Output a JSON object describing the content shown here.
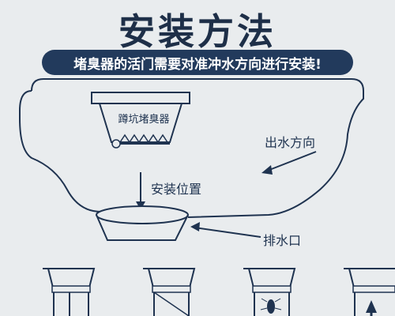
{
  "title": "安装方法",
  "banner": "堵臭器的活门需要对准冲水方向进行安装!",
  "device_label": "蹲坑堵臭器",
  "labels": {
    "water_direction": "出水方向",
    "install_position": "安装位置",
    "drain_outlet": "排水口"
  },
  "colors": {
    "background": "#e9ecee",
    "navy": "#223a5c",
    "line": "#1f3350"
  },
  "icons": [
    "arrow-left-icon",
    "arrow-down-icon",
    "cockroach-icon",
    "up-arrow-icon"
  ]
}
